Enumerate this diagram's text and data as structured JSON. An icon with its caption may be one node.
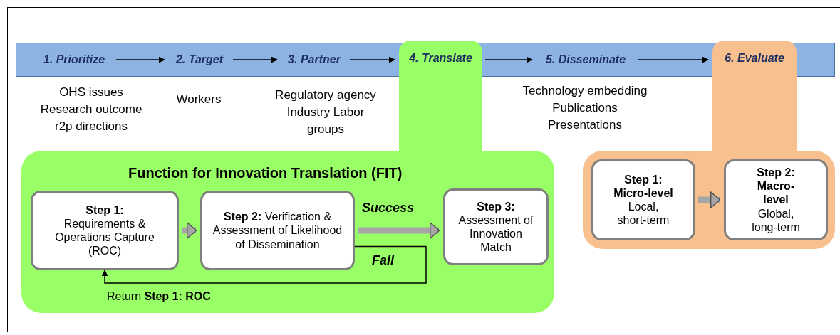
{
  "diagram": {
    "nodes": [
      {
        "text": [],
        "shape": "bar"
      },
      {
        "text": [
          "1. Prioritize"
        ],
        "in": 0,
        "beside": [
          "OHS issues Research outcome r2p directions"
        ]
      },
      {
        "text": [
          "2. Target"
        ],
        "in": 0,
        "beside": [
          "Workers"
        ]
      },
      {
        "text": [
          "3. Partner"
        ],
        "in": 0
      },
      {
        "text": [
          "4. Translate"
        ]
      },
      {
        "text": [
          "5. Disseminate"
        ],
        "in": 0,
        "beside": [
          "Technology embedding Publications Presentations"
        ]
      },
      {
        "text": [
          "6. Evaluate"
        ]
      },
      {
        "text": [
          "Function for Innovation Translation (FIT)"
        ]
      },
      {
        "text": [
          "Step 1:",
          "Requirements & Operations Capture (ROC)"
        ],
        "in": 7
      },
      {
        "text": [
          "**Step 2:**  Verification & Assessment of Likelihood of Dissemination"
        ],
        "in": 7
      },
      {
        "text": [
          "Step 3:",
          "Assessment of Innovation Match"
        ],
        "in": 7
      },
      {
        "text": [],
        "shape": "box"
      },
      {
        "text": [
          "Step 1:",
          "Micro-level",
          "Local, short-term"
        ],
        "in": 11
      },
      {
        "text": [
          "Step 2:",
          "Macro-level",
          "Global, long-term"
        ],
        "in": 11
      }
    ],
    "edges": [
      {
        "from": 1,
        "to": 2,
        "arrow": "to"
      },
      {
        "from": 2,
        "to": 3,
        "arrow": "to"
      },
      {
        "from": 3,
        "to": 4,
        "arrow": "to"
      },
      {
        "from": 4,
        "to": 5,
        "arrow": "to"
      },
      {
        "from": 5,
        "to": 6,
        "arrow": "to"
      },
      {
        "from": 8,
        "to": 9,
        "arrow": "to",
        "style": "thick",
        "color": "#a6a6a6"
      },
      {
        "from": 9,
        "to": 10,
        "arrow": "to",
        "style": "thick",
        "color": "#a6a6a6",
        "label": "Success"
      },
      {
        "from": 9,
        "to": 8,
        "arrow": "to",
        "label": "Fail"
      },
      {
        "from": 12,
        "to": 13,
        "arrow": "to",
        "style": "thick",
        "color": "#a6a6a6"
      }
    ],
    "labels": [
      "Regulatory agency Industry Labor groups",
      "Return **Step 1: ROC**"
    ]
  }
}
